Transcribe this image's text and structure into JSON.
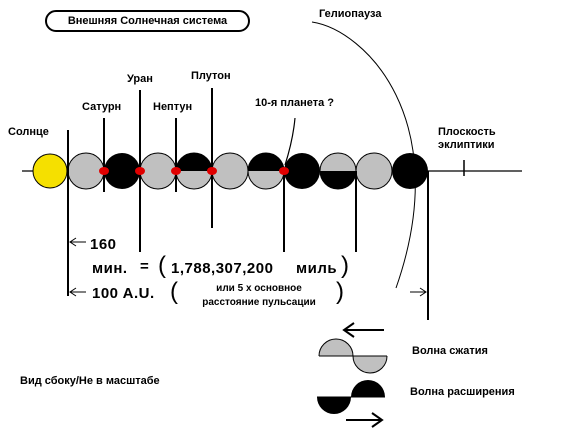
{
  "title": "Внешняя Солнечная система",
  "labels": {
    "sun": "Солнце",
    "saturn": "Сатурн",
    "uranus": "Уран",
    "neptune": "Нептун",
    "pluto": "Плутон",
    "planet10": "10-я планета ?",
    "heliopause": "Гелиопауза",
    "ecliptic_line1": "Плоскость",
    "ecliptic_line2": "эклиптики"
  },
  "distance": {
    "value_160": "160",
    "unit_min": "мин.",
    "equals": "=",
    "miles_open": "(",
    "miles_value": "1,788,307,200",
    "miles_unit": "миль",
    "miles_close": ")",
    "au": "100 A.U.",
    "au_open": "(",
    "alt_line1": "или 5 х основное",
    "alt_line2": "расстояние пульсации",
    "au_close": ")"
  },
  "legend": {
    "scale_note": "Вид сбоку/Не в масштабе",
    "compression": "Волна сжатия",
    "expansion": "Волна расширения"
  },
  "colors": {
    "sun": "#f5e000",
    "grey": "#c0c0c0",
    "black": "#000000",
    "node": "#e00000"
  }
}
